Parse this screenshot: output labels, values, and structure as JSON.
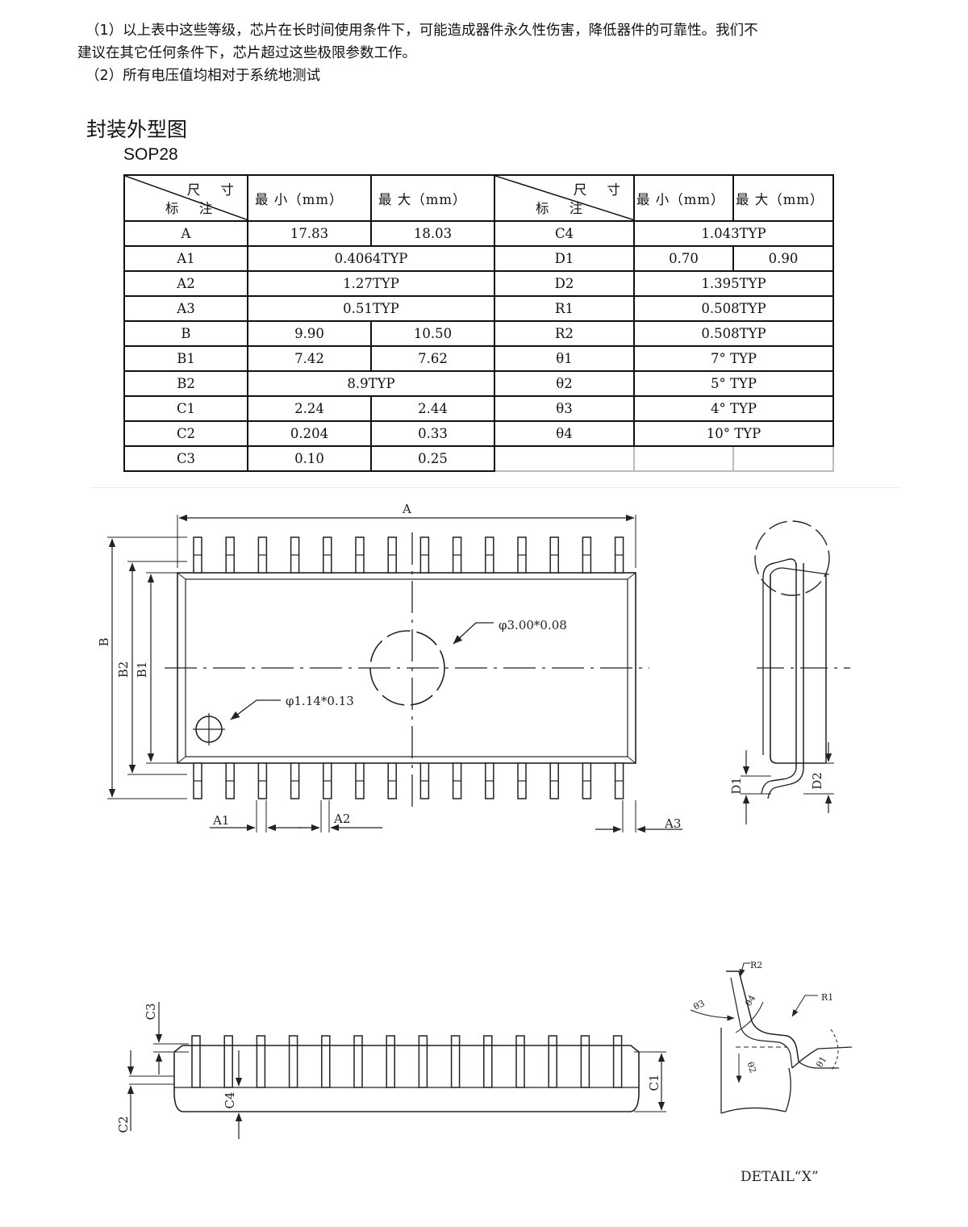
{
  "notes": {
    "line1": "（1）以上表中这些等级，芯片在长时间使用条件下，可能造成器件永久性伤害，降低器件的可靠性。我们不",
    "line2": "建议在其它任何条件下，芯片超过这些极限参数工作。",
    "line3": "（2）所有电压值均相对于系统地测试"
  },
  "section_title": "封装外型图",
  "package_name": "SOP28",
  "table": {
    "header": {
      "dim": "尺 寸",
      "mark": "标 注",
      "min": "最 小（mm）",
      "max": "最 大（mm）"
    },
    "left_rows": [
      {
        "label": "A",
        "min": "17.83",
        "max": "18.03"
      },
      {
        "label": "A1",
        "value": "0.4064TYP"
      },
      {
        "label": "A2",
        "value": "1.27TYP"
      },
      {
        "label": "A3",
        "value": "0.51TYP"
      },
      {
        "label": "B",
        "min": "9.90",
        "max": "10.50"
      },
      {
        "label": "B1",
        "min": "7.42",
        "max": "7.62"
      },
      {
        "label": "B2",
        "value": "8.9TYP"
      },
      {
        "label": "C1",
        "min": "2.24",
        "max": "2.44"
      },
      {
        "label": "C2",
        "min": "0.204",
        "max": "0.33"
      },
      {
        "label": "C3",
        "min": "0.10",
        "max": "0.25"
      }
    ],
    "right_rows": [
      {
        "label": "C4",
        "value": "1.043TYP"
      },
      {
        "label": "D1",
        "min": "0.70",
        "max": "0.90"
      },
      {
        "label": "D2",
        "value": "1.395TYP"
      },
      {
        "label": "R1",
        "value": "0.508TYP"
      },
      {
        "label": "R2",
        "value": "0.508TYP"
      },
      {
        "label": "θ1",
        "value": "7° TYP"
      },
      {
        "label": "θ2",
        "value": "5° TYP"
      },
      {
        "label": "θ3",
        "value": "4° TYP"
      },
      {
        "label": "θ4",
        "value": "10° TYP"
      }
    ]
  },
  "drawing": {
    "labels": {
      "a": "A",
      "b": "B",
      "b1": "B1",
      "b2": "B2",
      "a1": "A1",
      "a2": "A2",
      "a3": "A3",
      "c1": "C1",
      "c2": "C2",
      "c3": "C3",
      "c4": "C4",
      "d1": "D1",
      "d2": "D2",
      "r1": "R1",
      "r2": "R2",
      "t1": "θ1",
      "t2": "θ2",
      "t3": "θ3",
      "t4": "θ4",
      "phi_large": "φ3.00*0.08",
      "phi_small": "φ1.14*0.13",
      "detail": "DETAIL“X”"
    },
    "pin_count_per_side": 14
  }
}
